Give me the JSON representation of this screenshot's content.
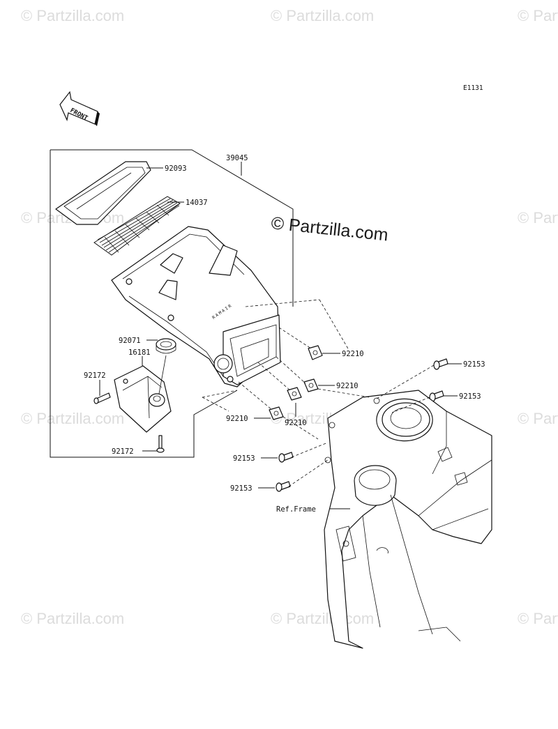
{
  "diagram_code": "E1131",
  "front_label": "FRONT",
  "watermark": {
    "text": "© Partzilla.com",
    "primary_text": "© Partzilla.com"
  },
  "ref_frame_label": "Ref.Frame",
  "part_numbers": {
    "assembly": "39045",
    "p92093": "92093",
    "p14037": "14037",
    "p92071": "92071",
    "p16181": "16181",
    "p92172_a": "92172",
    "p92172_b": "92172",
    "p92210_a": "92210",
    "p92210_b": "92210",
    "p92210_c": "92210",
    "p92210_d": "92210",
    "p92153_a": "92153",
    "p92153_b": "92153",
    "p92153_c": "92153",
    "p92153_d": "92153"
  },
  "colors": {
    "line": "#111111",
    "watermark": "#dcdcdc",
    "background": "#ffffff"
  }
}
